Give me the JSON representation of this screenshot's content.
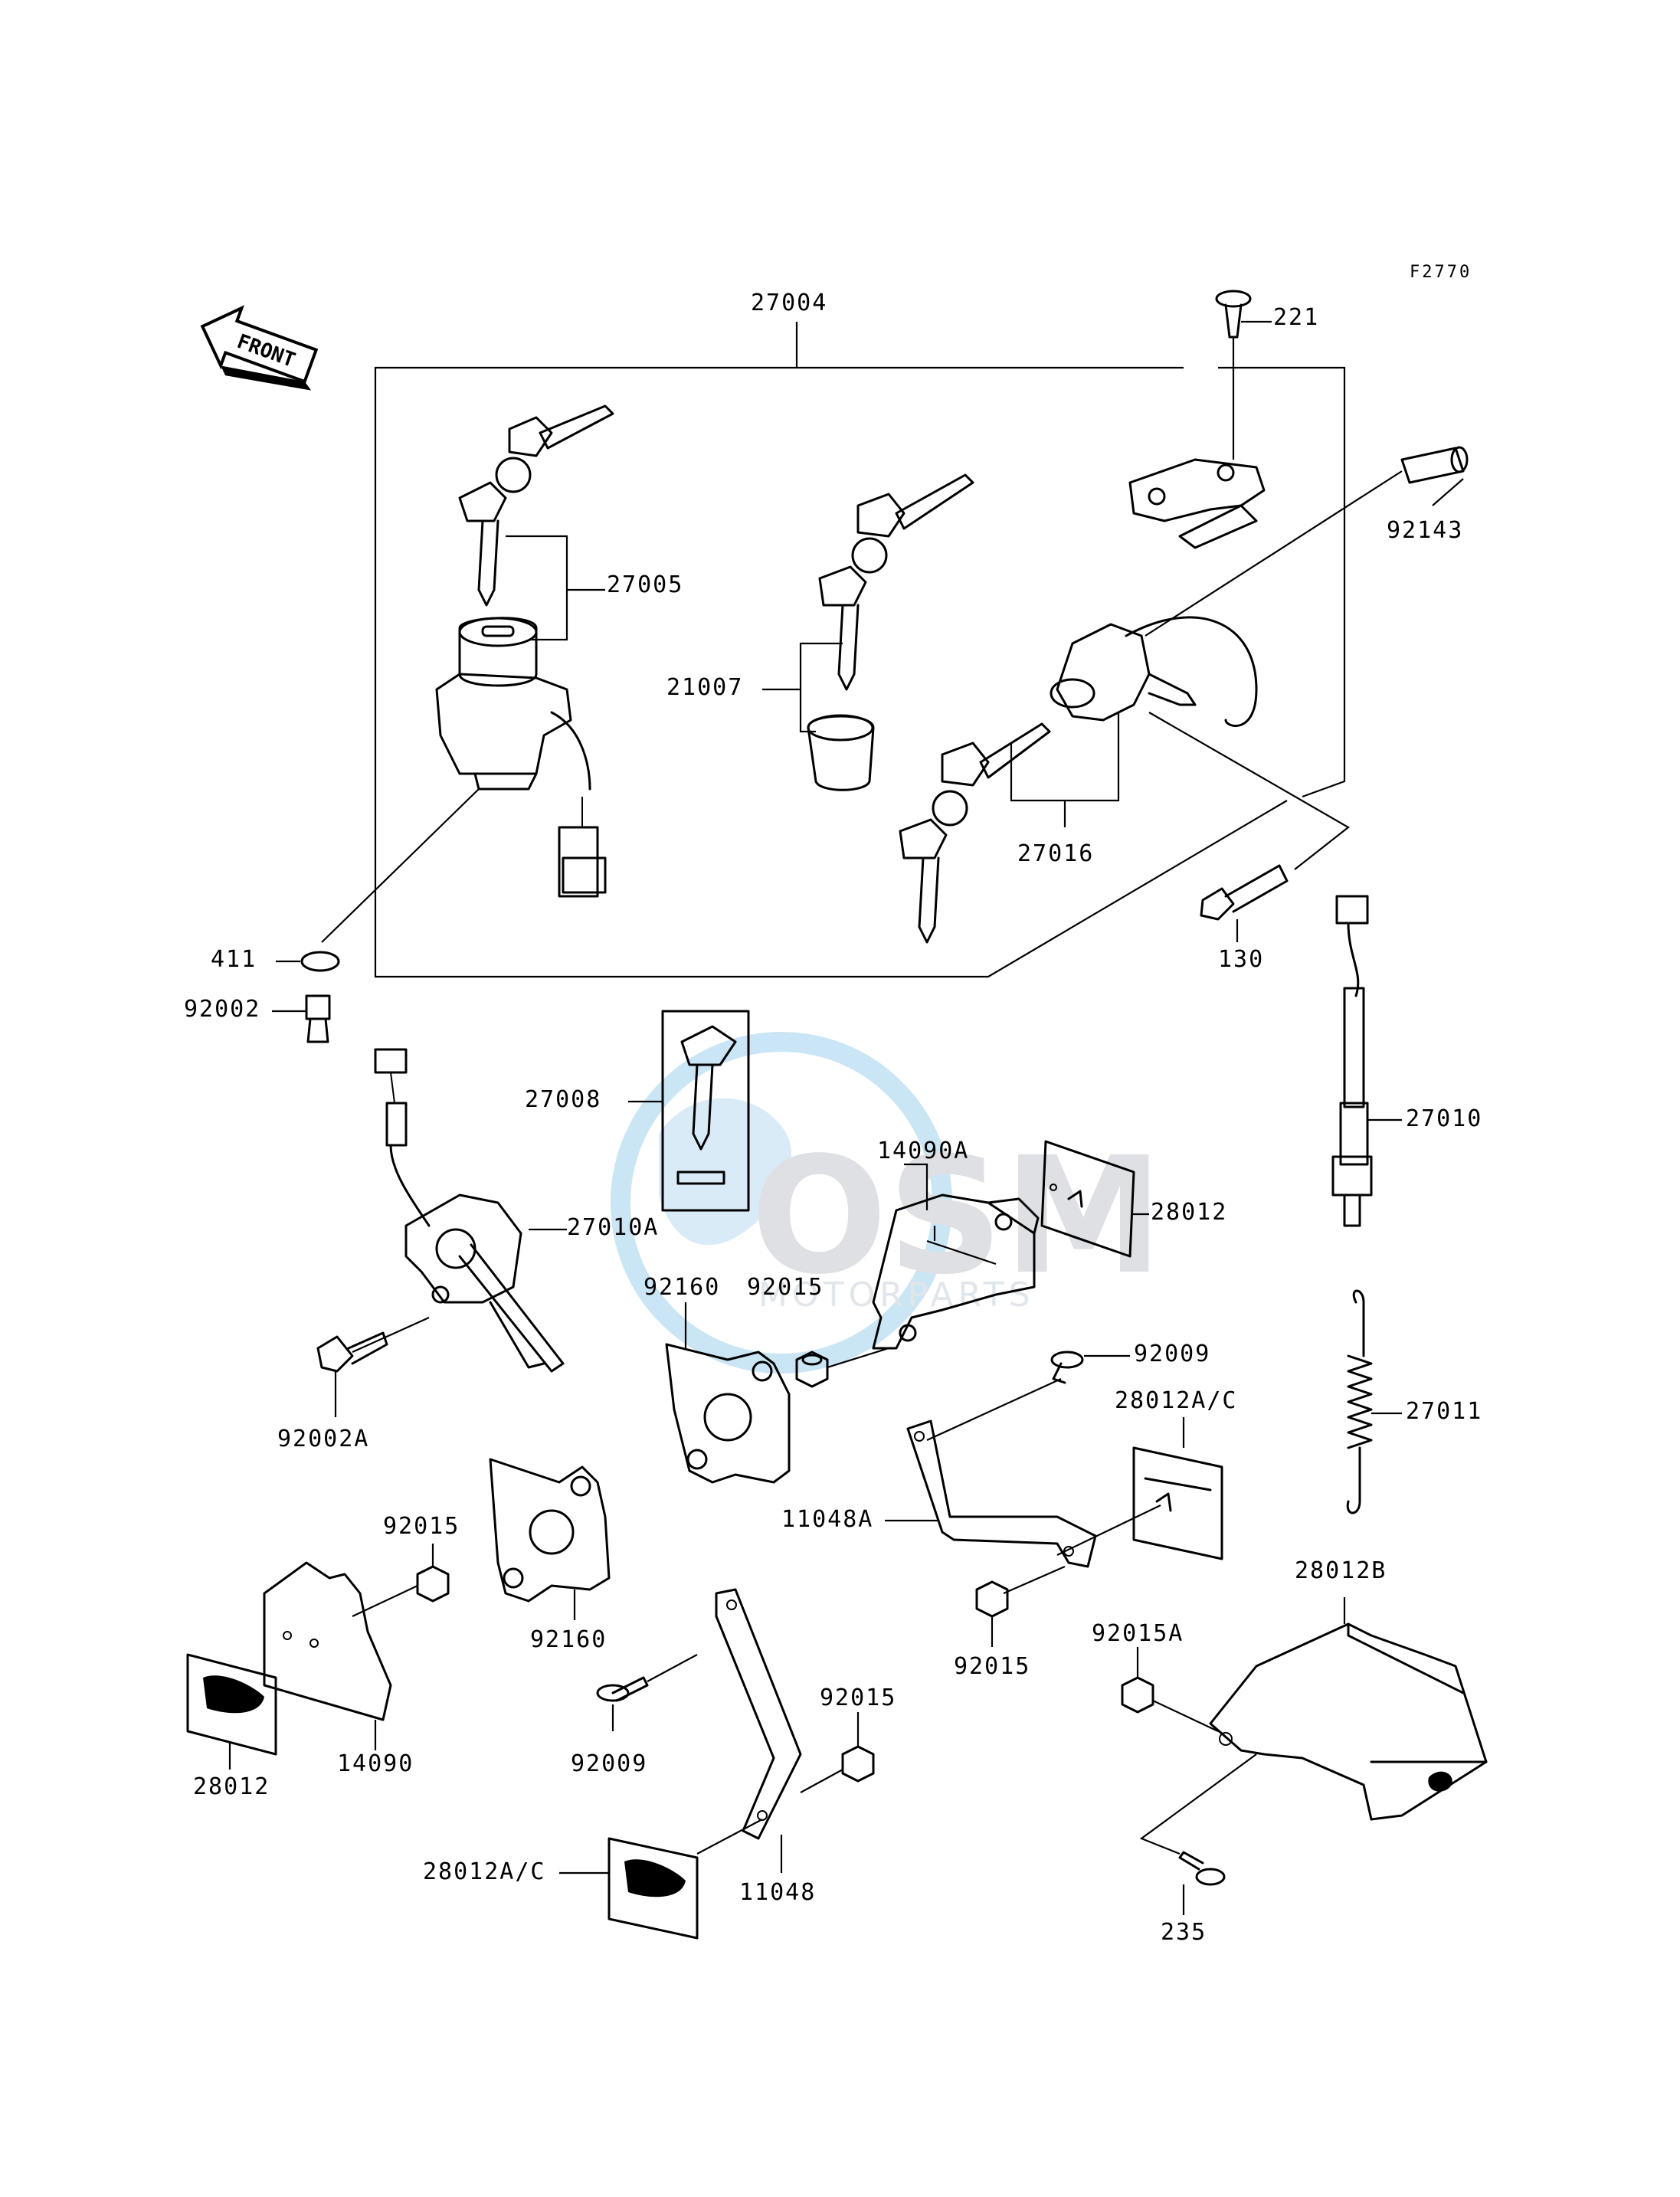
{
  "diagram": {
    "code": "F2770",
    "front_label": "FRONT",
    "watermark": {
      "brand": "OSM",
      "sub": "MOTORPARTS"
    },
    "parts": [
      "27004",
      "221",
      "92143",
      "27005",
      "21007",
      "27016",
      "411",
      "130",
      "92002",
      "27008",
      "14090A",
      "28012",
      "27010",
      "27010A",
      "92160",
      "92015",
      "92009",
      "28012A/C",
      "27011",
      "92002A",
      "11048A",
      "92015",
      "92160",
      "28012B",
      "92015A",
      "14090",
      "92009",
      "92015",
      "28012",
      "28012A/C",
      "11048",
      "235"
    ]
  }
}
